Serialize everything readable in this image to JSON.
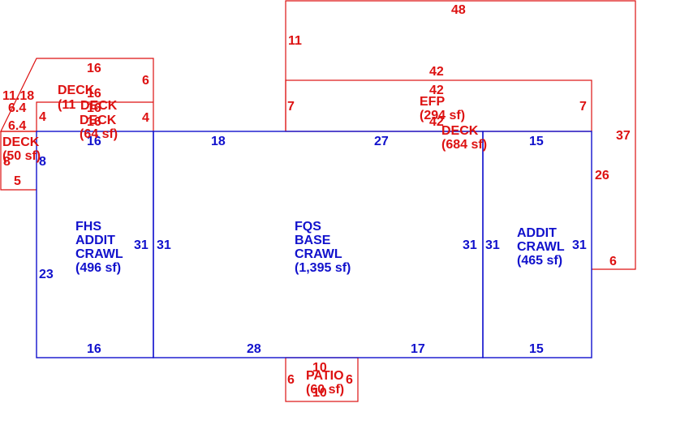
{
  "colors": {
    "red": "#dd1111",
    "blue": "#1111cc",
    "background": "#ffffff"
  },
  "red_dims": [
    {
      "id": "top-48",
      "text": "48"
    },
    {
      "id": "left-11",
      "text": "11"
    },
    {
      "id": "efp-top-42",
      "text": "42"
    },
    {
      "id": "efp-inner-42",
      "text": "42"
    },
    {
      "id": "efp-left-7",
      "text": "7"
    },
    {
      "id": "efp-right-7",
      "text": "7"
    },
    {
      "id": "deck-right-37",
      "text": "37"
    },
    {
      "id": "deck-right-26",
      "text": "26"
    },
    {
      "id": "deck-bottom-6",
      "text": "6"
    },
    {
      "id": "deck-inner-42",
      "text": "42"
    },
    {
      "id": "ldeck-top-16",
      "text": "16"
    },
    {
      "id": "ldeck-right-6",
      "text": "6"
    },
    {
      "id": "ldeck-diag-1118",
      "text": "11.18"
    },
    {
      "id": "ldeck-64a",
      "text": "6.4"
    },
    {
      "id": "ldeck-64b",
      "text": "6.4"
    },
    {
      "id": "ldeck-4a",
      "text": "4"
    },
    {
      "id": "ldeck-4b",
      "text": "4"
    },
    {
      "id": "ldeck-16b",
      "text": "16"
    },
    {
      "id": "ldeck-16c",
      "text": "16"
    },
    {
      "id": "ldeck-16d",
      "text": "16"
    },
    {
      "id": "sdeck-8",
      "text": "8"
    },
    {
      "id": "sdeck-5",
      "text": "5"
    },
    {
      "id": "patio-10a",
      "text": "10"
    },
    {
      "id": "patio-10b",
      "text": "10"
    },
    {
      "id": "patio-6a",
      "text": "6"
    },
    {
      "id": "patio-6b",
      "text": "6"
    }
  ],
  "blue_dims": [
    {
      "id": "fhs-top-16",
      "text": "16"
    },
    {
      "id": "fhs-left-8",
      "text": "8"
    },
    {
      "id": "fhs-left-23",
      "text": "23"
    },
    {
      "id": "fhs-bottom-16",
      "text": "16"
    },
    {
      "id": "fhs-right-31",
      "text": "31"
    },
    {
      "id": "fqs-left-31",
      "text": "31"
    },
    {
      "id": "fqs-top-18",
      "text": "18"
    },
    {
      "id": "fqs-top-27",
      "text": "27"
    },
    {
      "id": "fqs-bottom-28",
      "text": "28"
    },
    {
      "id": "fqs-bottom-17",
      "text": "17"
    },
    {
      "id": "fqs-right-31",
      "text": "31"
    },
    {
      "id": "addit-left-31",
      "text": "31"
    },
    {
      "id": "addit-top-15",
      "text": "15"
    },
    {
      "id": "addit-right-31",
      "text": "31"
    },
    {
      "id": "addit-bottom-15",
      "text": "15"
    }
  ],
  "areas": {
    "fhs": [
      "FHS",
      "ADDIT",
      "CRAWL",
      "(496 sf)"
    ],
    "fqs": [
      "FQS",
      "BASE",
      "CRAWL",
      "(1,395 sf)"
    ],
    "addit": [
      "ADDIT",
      "CRAWL",
      "(465 sf)"
    ],
    "efp": [
      "EFP",
      "(294 sf)"
    ],
    "deck_big": [
      "DECK",
      "(684 sf)"
    ],
    "deck_l1": [
      "DECK",
      "(11"
    ],
    "deck_l2": [
      "DECK"
    ],
    "deck_l3": [
      "DECK",
      "(64 sf)"
    ],
    "deck_small": [
      "DECK",
      "(50 sf)"
    ],
    "patio": [
      "PATIO",
      "(60 sf)"
    ]
  }
}
